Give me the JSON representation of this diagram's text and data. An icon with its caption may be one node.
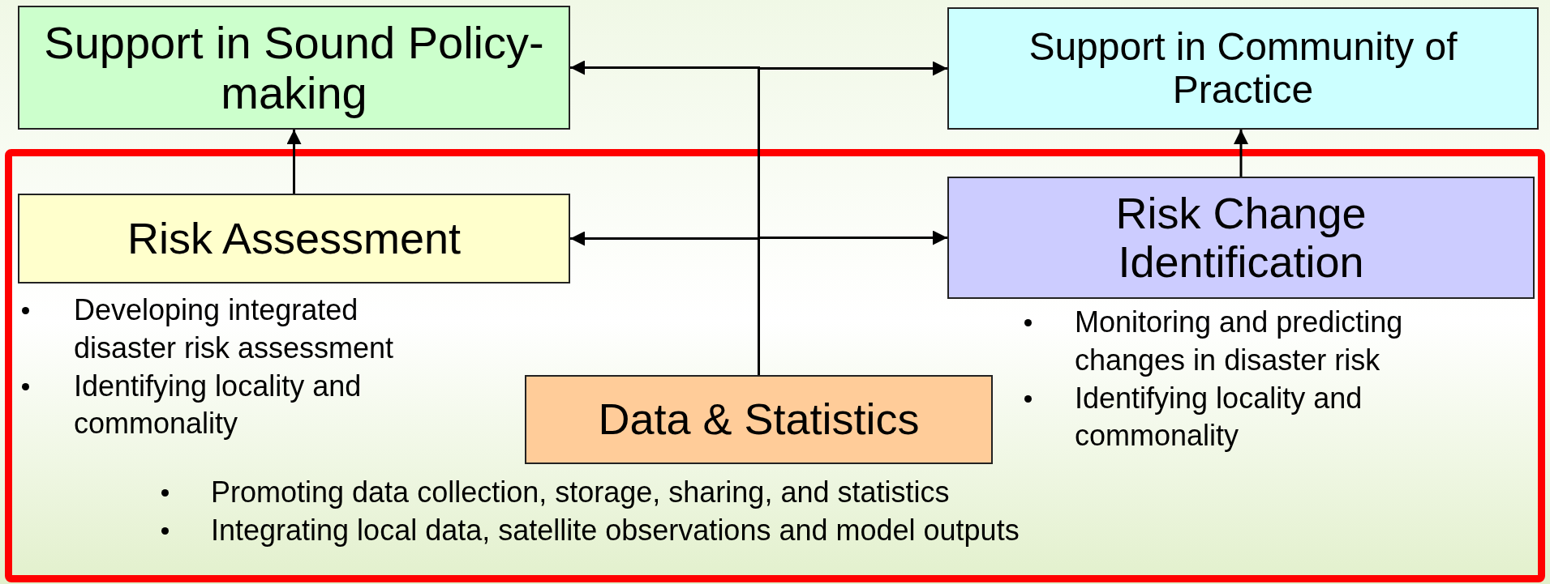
{
  "diagram": {
    "nodes": [
      {
        "text": [
          "Support in Sound Policy-making"
        ]
      },
      {
        "text": [
          "Support in Community of Practice"
        ]
      },
      {
        "text": [],
        "shape": "box"
      },
      {
        "text": [
          "Risk Assessment"
        ],
        "in": 2,
        "beside": [
          "Developing integrated disaster risk assessment",
          "Identifying locality and commonality"
        ]
      },
      {
        "text": [
          "Risk Change Identification"
        ],
        "in": 2,
        "beside": [
          "Monitoring and predicting changes in disaster risk",
          "Identifying locality and commonality"
        ]
      },
      {
        "text": [
          "Data & Statistics"
        ],
        "in": 2,
        "beside": [
          "Promoting data collection, storage, sharing, and statistics",
          "Integrating local data, satellite observations and model outputs"
        ]
      }
    ],
    "edges": [
      {
        "from": 5,
        "to": 0,
        "arrow": "to"
      },
      {
        "from": 5,
        "to": 1,
        "arrow": "to"
      },
      {
        "from": 5,
        "to": 3,
        "arrow": "to"
      },
      {
        "from": 5,
        "to": 4,
        "arrow": "to"
      },
      {
        "from": 3,
        "to": 0,
        "arrow": "to"
      },
      {
        "from": 4,
        "to": 1,
        "arrow": "to"
      }
    ]
  }
}
